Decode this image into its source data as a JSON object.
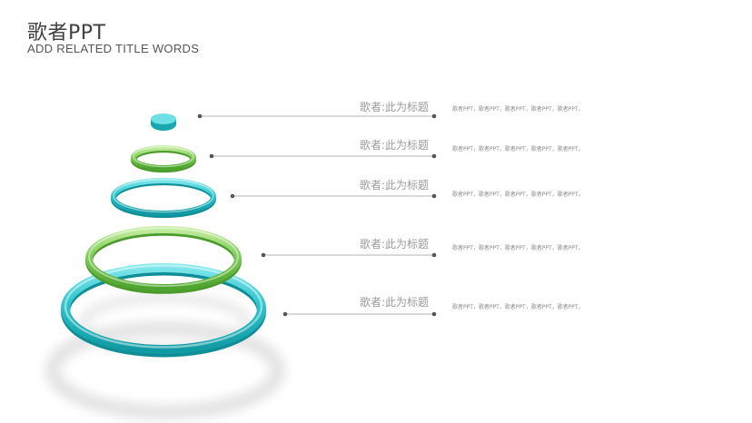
{
  "header": {
    "title": "歌者PPT",
    "subtitle": "ADD RELATED TITLE WORDS"
  },
  "colors": {
    "cyan": "#2cc3cc",
    "green": "#7fcc5a",
    "line": "#9a9a9a",
    "text": "#9a9a9a"
  },
  "items": [
    {
      "title": "歌者:此为标题",
      "desc": "歌者PPT，歌者PPT，歌者PPT，歌者PPT，歌者PPT。",
      "ring_color": "cyan"
    },
    {
      "title": "歌者:此为标题",
      "desc": "歌者PPT，歌者PPT，歌者PPT，歌者PPT，歌者PPT。",
      "ring_color": "green"
    },
    {
      "title": "歌者:此为标题",
      "desc": "歌者PPT，歌者PPT，歌者PPT，歌者PPT，歌者PPT。",
      "ring_color": "cyan"
    },
    {
      "title": "歌者:此为标题",
      "desc": "歌者PPT，歌者PPT，歌者PPT，歌者PPT，歌者PPT。",
      "ring_color": "green"
    },
    {
      "title": "歌者:此为标题",
      "desc": "歌者PPT，歌者PPT，歌者PPT，歌者PPT，歌者PPT。",
      "ring_color": "cyan"
    }
  ]
}
